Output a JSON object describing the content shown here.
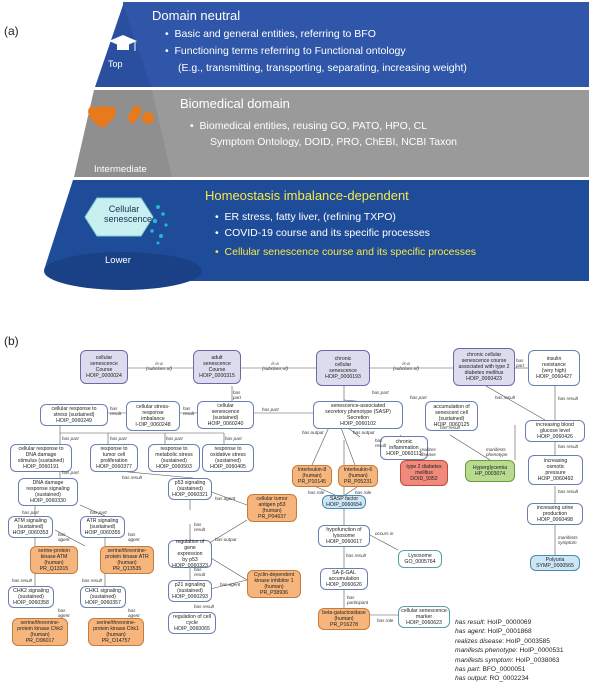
{
  "panels": {
    "a": "(a)",
    "b": "(b)"
  },
  "top_section": {
    "title": "Domain neutral",
    "bullets": [
      "Basic and general entities, referring to BFO",
      "Functioning terms referring to Functional ontology",
      "(E.g., transmitting, transporting, separating, increasing weight)"
    ],
    "cone_label": "Top"
  },
  "middle_section": {
    "title": "Biomedical domain",
    "bullets": [
      "Biomedical entities, reusing GO, PATO, HPO, CL",
      "Symptom Ontology, DOID, PRO, ChEBI, NCBI Taxon"
    ],
    "cone_label": "Intermediate"
  },
  "bottom_section": {
    "title": "Homeostasis imbalance-dependent",
    "bullets": [
      "ER stress, fatty liver, (refining TXPO)",
      "COVID-19 course and its specific processes",
      "Cellular senescence course and its specific processes"
    ],
    "cone_label": "Lower",
    "cell_label": "Cellular senescence"
  },
  "colors": {
    "top_band": "#2f56a8",
    "middle_band": "#9a9a9a",
    "bottom_band": "#1f4c98",
    "highlight": "#f5e94a",
    "node_purple": "#dcdcef",
    "node_orange": "#f5b57d",
    "node_red": "#f08a7d",
    "node_green": "#b8dc8f"
  },
  "nodes": {
    "n1": [
      "cellular",
      "senescence",
      "Course",
      "HOIP_0000024"
    ],
    "n2": [
      "adult",
      "senescence",
      "Course",
      "HOIP_0000315"
    ],
    "n3": [
      "chronic",
      "cellular",
      "senescence",
      "HOIP_0000193"
    ],
    "n4": [
      "chronic cellular",
      "senescence course",
      "associated with type 2",
      "diabetes mellitus",
      "HOIP_0060423"
    ],
    "n5": [
      "insulin",
      "resistance",
      "(very high)",
      "HOIP_0060427"
    ],
    "n6": [
      "cellular response to",
      "stress (sustained)",
      "HOIP_0060249"
    ],
    "n7": [
      "cellular stress-",
      "response",
      "imbalance",
      "I-OIP_0060248"
    ],
    "n8": [
      "cellular",
      "senescence",
      "(sustained)",
      "HOIP_0060240"
    ],
    "n9": [
      "senescence-associated",
      "secretory phenotype (SASP)",
      "Secretion",
      "HOIP_0060102"
    ],
    "n10": [
      "accumulation of",
      "senescent cell",
      "(sustained)",
      "HOIP_0060125"
    ],
    "n11": [
      "increasing blood",
      "glucose level",
      "HOIP_0060426"
    ],
    "n12": [
      "cellular response to",
      "DNA damage",
      "stimulus (sustained)",
      "HOIP_0060191"
    ],
    "n13": [
      "response to",
      "tumor cell",
      "proliferation",
      "HOIP_0060377"
    ],
    "n14": [
      "response to",
      "metabolic stress",
      "(sustained)",
      "HOIP_0060503"
    ],
    "n15": [
      "response to",
      "oxidative stress",
      "(sustained)",
      "HOIP_0060405"
    ],
    "n16": [
      "chronic",
      "inflammation",
      "HOIP_0060113"
    ],
    "n17": [
      "Interleukin-8",
      "(human)",
      "PR_P10145"
    ],
    "n18": [
      "Interleukin-6",
      "(human)",
      "PR_P05231"
    ],
    "n19": [
      "type 2 diabetes",
      "mellitus",
      "DOID_9352"
    ],
    "n20": [
      "Hyperglycemia",
      "HP_0003074"
    ],
    "n21": [
      "increasing",
      "osmotic",
      "pressure",
      "HOIP_0060492"
    ],
    "n22": [
      "DNA damage",
      "response signaling",
      "(sustained)",
      "HOIP_0060330"
    ],
    "n23": [
      "p53 signaling",
      "(sustained)",
      "HOIP_0060321"
    ],
    "n24": [
      "cellular tumor",
      "antigen p53",
      "(human)",
      "PR_P04637"
    ],
    "n25": [
      "SASP factor",
      "HOIP_0060654"
    ],
    "n26": [
      "ATM signaling",
      "(sustained)",
      "HOIP_0060353"
    ],
    "n27": [
      "ATR signaling",
      "(sustained)",
      "HOIP_0060355"
    ],
    "n28": [
      "regulation of",
      "gene expression",
      "by p53",
      "HOIP_0060323"
    ],
    "n29": [
      "hypofunction of",
      "lysosome",
      "HOIP_0060617"
    ],
    "n30": [
      "Lysosome",
      "GO_0005764"
    ],
    "n31": [
      "increasing urine",
      "production",
      "HOIP_0060498"
    ],
    "n32": [
      "serine-protein",
      "kinase ATM",
      "(human)",
      "PR_Q13315"
    ],
    "n33": [
      "serine/threonine-",
      "protein kinase ATR",
      "(human)",
      "PR_Q13535"
    ],
    "n34": [
      "p21 signaling",
      "(sustained)",
      "HOIP_0060293"
    ],
    "n35": [
      "Cyclin-dependent",
      "kinase inhibitor 1",
      "(human)",
      "PR_P38936"
    ],
    "n36": [
      "SA-β-GAL",
      "accumulation",
      "HOIP_0060626"
    ],
    "n37": [
      "Polyuria",
      "SYMP_0000565"
    ],
    "n38": [
      "CHK2 signaling",
      "(sustained)",
      "HOIP_0060358"
    ],
    "n39": [
      "CHK1 signaling",
      "(sustained)",
      "HOIP_0060357"
    ],
    "n40": [
      "regulation of cell",
      "cycle",
      "HOIP_0060065"
    ],
    "n41": [
      "beta-galactosidase",
      "(human)",
      "PR_P16278"
    ],
    "n42": [
      "cellular senescence",
      "marker",
      "HOIP_0060623"
    ],
    "n43": [
      "serine/threonine-",
      "protein kinase Chk2",
      "(human)",
      "PR_O96017"
    ],
    "n44": [
      "serine/threonine-",
      "protein kinase Chk1",
      "(human)",
      "PR_O14757"
    ]
  },
  "edges": {
    "is_a_subclass": [
      "is-a",
      "(subclass of)"
    ],
    "has_part": [
      "has",
      "part"
    ],
    "has_part_one": "has part",
    "has_result": "has result",
    "has_result_two": [
      "has",
      "result"
    ],
    "has_agent": "has agent",
    "has_agent_two": [
      "has",
      "agent"
    ],
    "has_output": "has output",
    "has_role": "has role",
    "occurs_in": "occurs in",
    "has_participant": [
      "has",
      "participant"
    ],
    "realizes_disease": [
      "realizes",
      "disease"
    ],
    "manifests_phenotype": [
      "manifests",
      "phenotype"
    ],
    "manifests_symptom": [
      "manifests",
      "symptom"
    ]
  },
  "legend": [
    {
      "key": "has result",
      "value": ": HoIP_0000069"
    },
    {
      "key": "has agent",
      "value": ": HoIP_0001868"
    },
    {
      "key": "realizes disease",
      "value": ": HoIP_0003585"
    },
    {
      "key": "manifests phenotype",
      "value": ": HoIP_0000531"
    },
    {
      "key": "manifests symptom",
      "value": ": HoIP_0038063"
    },
    {
      "key": "has part",
      "value": ": BFO_0000051"
    },
    {
      "key": "has output",
      "value": ": RO_0002234"
    }
  ]
}
